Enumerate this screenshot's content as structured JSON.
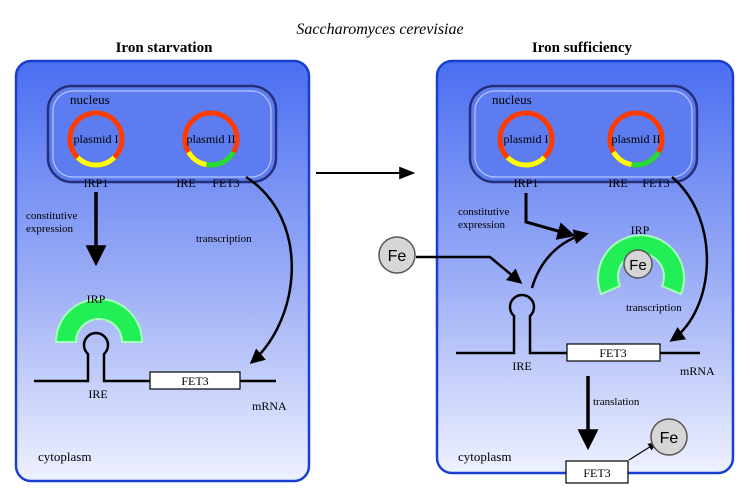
{
  "title": "Saccharomyces cerevisiae",
  "colors": {
    "cell_border": "#1a3fd0",
    "cell_fill_top": "#4a6ef2",
    "cell_fill_bottom": "#eef1ff",
    "nucleus_border": "#26307a",
    "plasmid_ring": "#ff3b00",
    "plasmid_yellow": "#ffff00",
    "plasmid_green": "#22dd33",
    "irp_green": "#22ee55",
    "fe_fill": "#d6d6d6"
  },
  "left_panel": {
    "heading": "Iron starvation",
    "nucleus_label": "nucleus",
    "plasmid1_label": "plasmid I",
    "plasmid2_label": "plasmid II",
    "irp1_label": "IRP1",
    "ire_label": "IRE",
    "fet3_gene_label": "FET3",
    "constitutive_label_line1": "constitutive",
    "constitutive_label_line2": "expression",
    "transcription_label": "transcription",
    "irp_label": "IRP",
    "ire_mrna_label": "IRE",
    "fet3_box_label": "FET3",
    "mrna_label": "mRNA",
    "cytoplasm_label": "cytoplasm"
  },
  "right_panel": {
    "heading": "Iron sufficiency",
    "nucleus_label": "nucleus",
    "plasmid1_label": "plasmid I",
    "plasmid2_label": "plasmid II",
    "irp1_label": "IRP1",
    "ire_label": "IRE",
    "fet3_gene_label": "FET3",
    "constitutive_label_line1": "constitutive",
    "constitutive_label_line2": "expression",
    "irp_label": "IRP",
    "fe_inside_label": "Fe",
    "transcription_label": "transcription",
    "ire_mrna_label": "IRE",
    "fet3_box_label": "FET3",
    "mrna_label": "mRNA",
    "translation_label": "translation",
    "fet3_protein_label": "FET3",
    "fe_product_label": "Fe",
    "cytoplasm_label": "cytoplasm"
  },
  "fe_input_label": "Fe"
}
